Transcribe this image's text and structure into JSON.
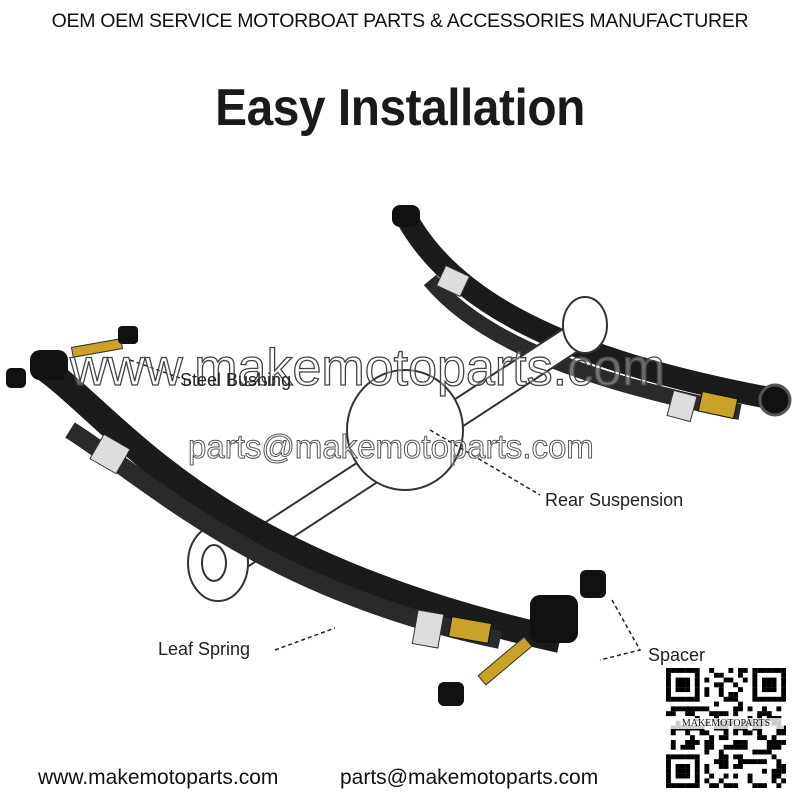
{
  "header": {
    "tagline": "OEM OEM SERVICE MOTORBOAT PARTS & ACCESSORIES MANUFACTURER",
    "title": "Easy Installation"
  },
  "labels": {
    "steel_bushing": "Steel Bushing",
    "rear_suspension": "Rear Suspension",
    "leaf_spring": "Leaf Spring",
    "spacer": "Spacer"
  },
  "watermark": {
    "website": "www.makemotoparts.com",
    "email": "parts@makemotoparts.com"
  },
  "qr": {
    "caption": "MAKEMOTOPARTS"
  },
  "footer": {
    "website": "www.makemotoparts.com",
    "email": "parts@makemotoparts.com"
  },
  "colors": {
    "spring": "#1b1b1b",
    "bushing_gold": "#c9a227"
  }
}
